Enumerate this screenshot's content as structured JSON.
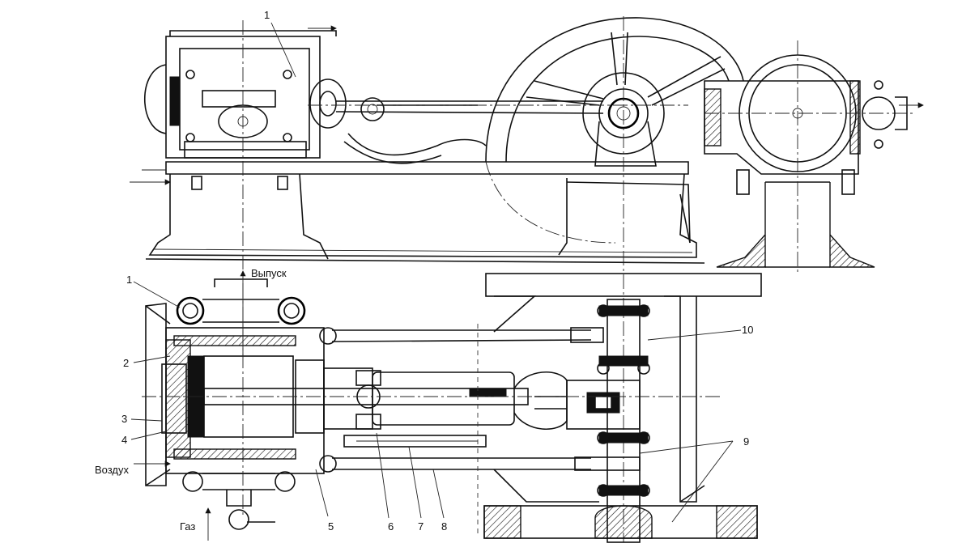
{
  "labels": {
    "exhaust": "Выпуск",
    "air": "Воздух",
    "gas": "Газ",
    "n1_top": "1",
    "n1": "1",
    "n2": "2",
    "n3": "3",
    "n4": "4",
    "n5": "5",
    "n6": "6",
    "n7": "7",
    "n8": "8",
    "n9": "9",
    "n10": "10"
  }
}
